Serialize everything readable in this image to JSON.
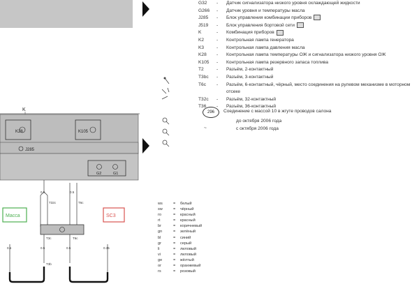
{
  "diagram": {
    "top_label": "K",
    "k28": "K28",
    "k105": "K105",
    "j285": "J285",
    "g2": "G2",
    "g1": "G1",
    "massa": "Масса",
    "sc3": "SC3",
    "conn_t32c": "T32c",
    "conn_t6c": "T6c",
    "conn_t6c2": "T6c",
    "conn_t3c": "T3c",
    "conn_t3b": "T3b",
    "wire_a": "0.5",
    "wire_b": "0.5",
    "wire_c": "0.5",
    "wire_d": "0.5",
    "wire_e": "0.5",
    "wire_f": "0.35"
  },
  "legend": [
    {
      "code": "G32",
      "desc": "Датчик сигнализатора низкого уровня охлаждающей жидкости",
      "photo": false
    },
    {
      "code": "G266",
      "desc": "Датчик уровня и температуры масла",
      "photo": false
    },
    {
      "code": "J285",
      "desc": "Блок управления комбинации приборов",
      "photo": true
    },
    {
      "code": "J519",
      "desc": "Блок управления бортовой сети",
      "photo": true
    },
    {
      "code": "K",
      "desc": "Комбинация приборов",
      "photo": true
    },
    {
      "code": "K2",
      "desc": "Контрольная лампа генератора",
      "photo": false
    },
    {
      "code": "K3",
      "desc": "Контрольная лампа давления масла",
      "photo": false
    },
    {
      "code": "K28",
      "desc": "Контрольная лампа температуры ОЖ и сигнализатора низкого уровня ОЖ",
      "photo": false
    },
    {
      "code": "K105",
      "desc": "Контрольная лампа резервного запаса топлива",
      "photo": false
    },
    {
      "code": "T2",
      "desc": "Разъём, 2-контактный",
      "photo": false
    },
    {
      "code": "T3bc",
      "desc": "Разъём, 3-контактный",
      "photo": false
    },
    {
      "code": "T6c",
      "desc": "Разъём, 6-контактный, чёрный, место соединения на рулевом механизме в моторном отсеке",
      "photo": false
    },
    {
      "code": "T32c",
      "desc": "Разъём, 32-контактный",
      "photo": false
    },
    {
      "code": "T36",
      "desc": "Разъём, 36-контактный",
      "photo": false
    }
  ],
  "mass_label": "296",
  "mass_desc": "Соединение с массой 10 в жгуте проводов салона",
  "note1": "до октября 2006 года",
  "note2": "с октября 2006 года",
  "note_sym": "~",
  "colors": [
    {
      "code": "ws",
      "name": "белый"
    },
    {
      "code": "sw",
      "name": "чёрный"
    },
    {
      "code": "ro",
      "name": "красный"
    },
    {
      "code": "rt",
      "name": "красный"
    },
    {
      "code": "br",
      "name": "коричневый"
    },
    {
      "code": "gn",
      "name": "зелёный"
    },
    {
      "code": "bl",
      "name": "синий"
    },
    {
      "code": "gr",
      "name": "серый"
    },
    {
      "code": "li",
      "name": "лиловый"
    },
    {
      "code": "vi",
      "name": "лиловый"
    },
    {
      "code": "ge",
      "name": "жёлтый"
    },
    {
      "code": "or",
      "name": "оранжевый"
    },
    {
      "code": "rs",
      "name": "розовый"
    }
  ]
}
